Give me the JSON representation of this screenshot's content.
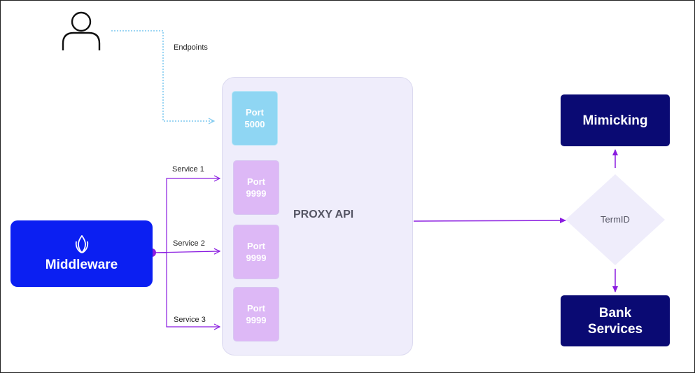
{
  "diagram": {
    "endpoints_label": "Endpoints",
    "proxy": {
      "label": "PROXY API"
    },
    "ports": [
      {
        "line1": "Port",
        "line2": "5000"
      },
      {
        "line1": "Port",
        "line2": "9999"
      },
      {
        "line1": "Port",
        "line2": "9999"
      },
      {
        "line1": "Port",
        "line2": "9999"
      }
    ],
    "services": [
      "Service 1",
      "Service 2",
      "Service 3"
    ],
    "middleware": {
      "label": "Middleware"
    },
    "decision": {
      "label": "TermID"
    },
    "targets": {
      "mimicking": "Mimicking",
      "bank_line1": "Bank",
      "bank_line2": "Services"
    },
    "colors": {
      "purple": "#8a1ce0",
      "dotted": "#7dc9ef",
      "middleware": "#0b1ff2",
      "dark": "#0a0a73",
      "proxy_bg": "#efedfb"
    },
    "icons": [
      "user-icon",
      "middleware-logo-icon"
    ]
  }
}
